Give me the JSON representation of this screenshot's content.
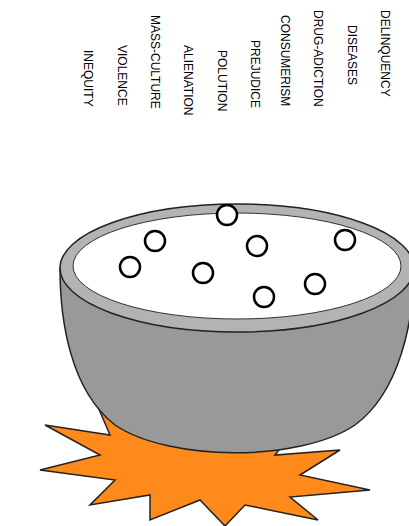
{
  "diagram": {
    "labels": [
      "DELINQUENCY",
      "DISEASES",
      "DRUG-ADICTION",
      "CONSUMERISM",
      "PREJUDICE",
      "POLUTION",
      "ALIENATION",
      "MASS-CULTURE",
      "VIOLENCE",
      "INEQUITY"
    ]
  }
}
